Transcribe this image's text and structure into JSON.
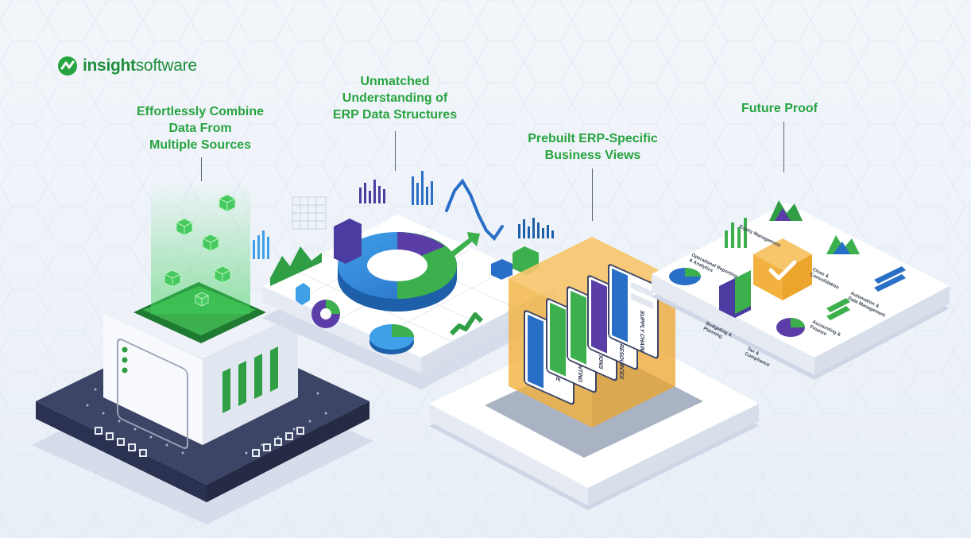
{
  "brand": {
    "logo_name": "insight",
    "logo_suffix": "software",
    "accent_color": "#27a43f"
  },
  "pillars": [
    {
      "id": "combine",
      "heading": "Effortlessly Combine\nData From\nMultiple Sources"
    },
    {
      "id": "understanding",
      "heading": "Unmatched\nUnderstanding of\nERP Data Structures"
    },
    {
      "id": "business_views",
      "heading": "Prebuilt ERP-Specific\nBusiness Views"
    },
    {
      "id": "future_proof",
      "heading": "Future Proof"
    }
  ],
  "business_view_cards": [
    "FINANCE",
    "ACCOUNTING",
    "OPERATIONS",
    "HUMAN RESOURCES",
    "SUPPLY CHAIN"
  ],
  "future_proof_tiles": [
    "Equity Management",
    "Close & Consolidation",
    "Operational Reporting & Analytics",
    "Automation & Data Management",
    "Budgeting & Planning",
    "Accounting & Finance",
    "Tax & Compliance"
  ]
}
